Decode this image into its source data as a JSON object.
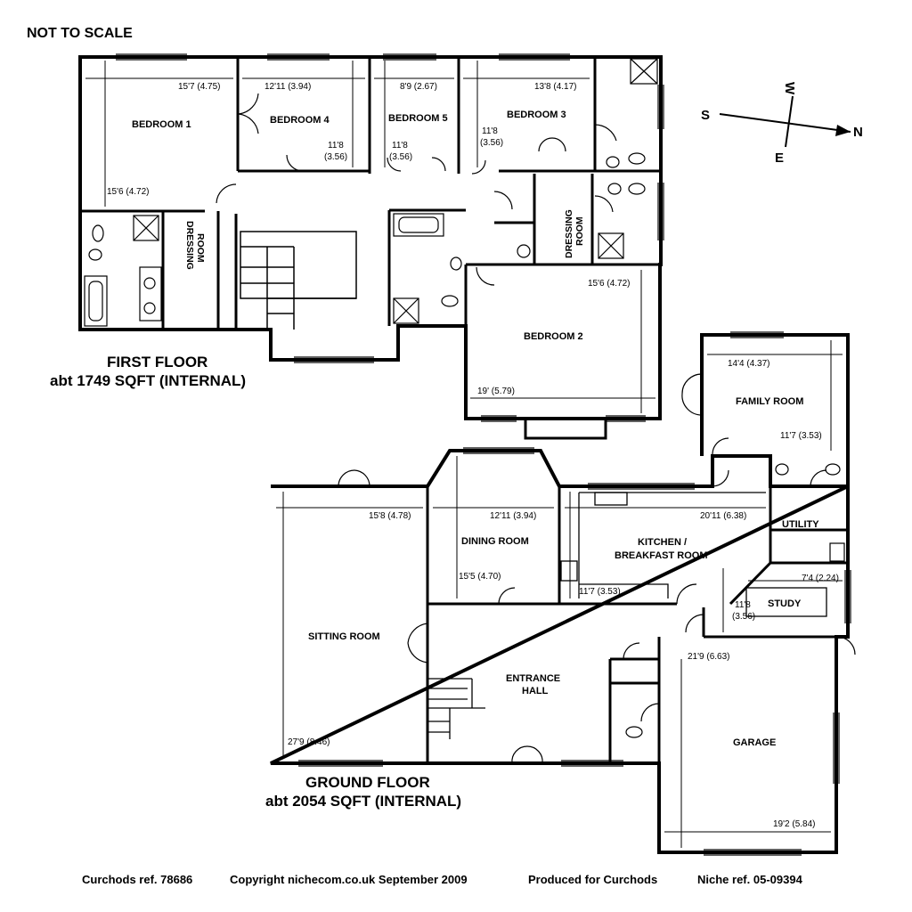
{
  "header": {
    "not_to_scale": "NOT TO SCALE"
  },
  "first_floor": {
    "title": "FIRST FLOOR",
    "area": "abt 1749 SQFT (INTERNAL)",
    "rooms": {
      "bedroom1": {
        "name": "BEDROOM 1",
        "dim_w": "15'7 (4.75)",
        "dim_h": "15'6 (4.72)"
      },
      "bedroom4": {
        "name": "BEDROOM 4",
        "dim_w": "12'11 (3.94)",
        "dim_h1": "11'8",
        "dim_h2": "(3.56)"
      },
      "bedroom5": {
        "name": "BEDROOM 5",
        "dim_w": "8'9 (2.67)",
        "dim_h1": "11'8",
        "dim_h2": "(3.56)"
      },
      "bedroom3": {
        "name": "BEDROOM 3",
        "dim_w": "13'8 (4.17)",
        "dim_h1": "11'8",
        "dim_h2": "(3.56)"
      },
      "bedroom2": {
        "name": "BEDROOM 2",
        "dim_w": "19' (5.79)",
        "dim_h": "15'6 (4.72)"
      },
      "dressing1": {
        "line1": "DRESSING",
        "line2": "ROOM"
      },
      "dressing2": {
        "line1": "DRESSING",
        "line2": "ROOM"
      }
    }
  },
  "ground_floor": {
    "title": "GROUND FLOOR",
    "area": "abt 2054 SQFT (INTERNAL)",
    "rooms": {
      "sitting": {
        "name": "SITTING ROOM",
        "dim_w": "15'8 (4.78)",
        "dim_h": "27'9 (8.46)"
      },
      "dining": {
        "name": "DINING ROOM",
        "dim_w": "12'11 (3.94)",
        "dim_h": "15'5 (4.70)"
      },
      "kitchen": {
        "line1": "KITCHEN /",
        "line2": "BREAKFAST ROOM",
        "dim_w": "20'11 (6.38)",
        "dim_h": "11'7 (3.53)"
      },
      "family": {
        "name": "FAMILY ROOM",
        "dim_w": "14'4 (4.37)",
        "dim_h": "11'7 (3.53)"
      },
      "utility": {
        "name": "UTILITY"
      },
      "study": {
        "name": "STUDY",
        "dim_w": "7'4 (2.24)",
        "dim_h1": "11'8",
        "dim_h2": "(3.56)"
      },
      "entrance": {
        "line1": "ENTRANCE",
        "line2": "HALL"
      },
      "garage": {
        "name": "GARAGE",
        "dim_w": "19'2 (5.84)",
        "dim_h": "21'9 (6.63)"
      }
    }
  },
  "compass": {
    "n": "N",
    "s": "S",
    "e": "E",
    "w": "W"
  },
  "footer": {
    "ref": "Curchods ref. 78686",
    "copyright": "Copyright nichecom.co.uk September 2009",
    "produced": "Produced for Curchods",
    "niche": "Niche ref. 05-09394"
  }
}
